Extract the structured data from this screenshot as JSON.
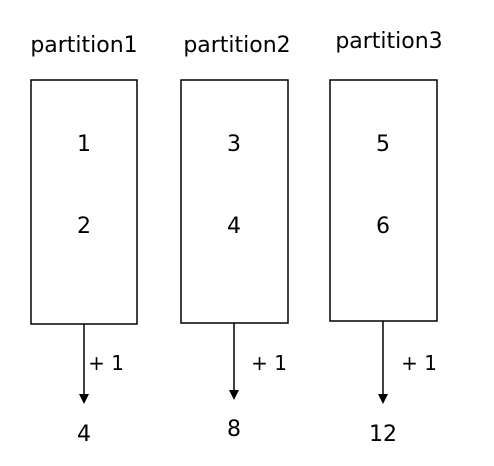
{
  "partitions": [
    {
      "title": "partition1",
      "items": [
        "1",
        "2"
      ],
      "operation": "+ 1",
      "result": "4"
    },
    {
      "title": "partition2",
      "items": [
        "3",
        "4"
      ],
      "operation": "+ 1",
      "result": "8"
    },
    {
      "title": "partition3",
      "items": [
        "5",
        "6"
      ],
      "operation": "+ 1",
      "result": "12"
    }
  ],
  "colors": {
    "stroke": "#000000",
    "background": "#ffffff"
  }
}
